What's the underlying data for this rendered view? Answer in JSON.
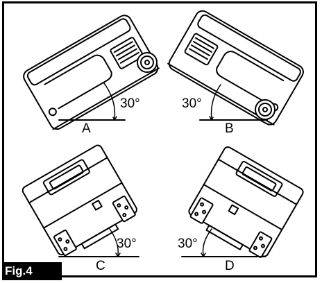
{
  "figure": {
    "tag": "Fig.4",
    "panels": [
      {
        "letter": "A",
        "angle": "30°"
      },
      {
        "letter": "B",
        "angle": "30°"
      },
      {
        "letter": "C",
        "angle": "30°"
      },
      {
        "letter": "D",
        "angle": "30°"
      }
    ]
  },
  "colors": {
    "ink": "#000000",
    "paper": "#ffffff",
    "tag_bg": "#000000",
    "tag_text": "#ffffff"
  }
}
